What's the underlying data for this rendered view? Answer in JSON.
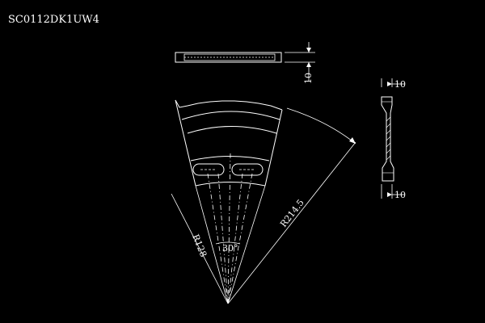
{
  "drawing": {
    "part_number": "SC0112DK1UW4",
    "background_color": "#000000",
    "line_color": "#ffffff",
    "dimensions": {
      "side_thickness": "10",
      "right_top": "10",
      "right_bottom": "10",
      "inner_radius": "R128",
      "outer_radius": "R214.5",
      "angle": "30°"
    }
  }
}
